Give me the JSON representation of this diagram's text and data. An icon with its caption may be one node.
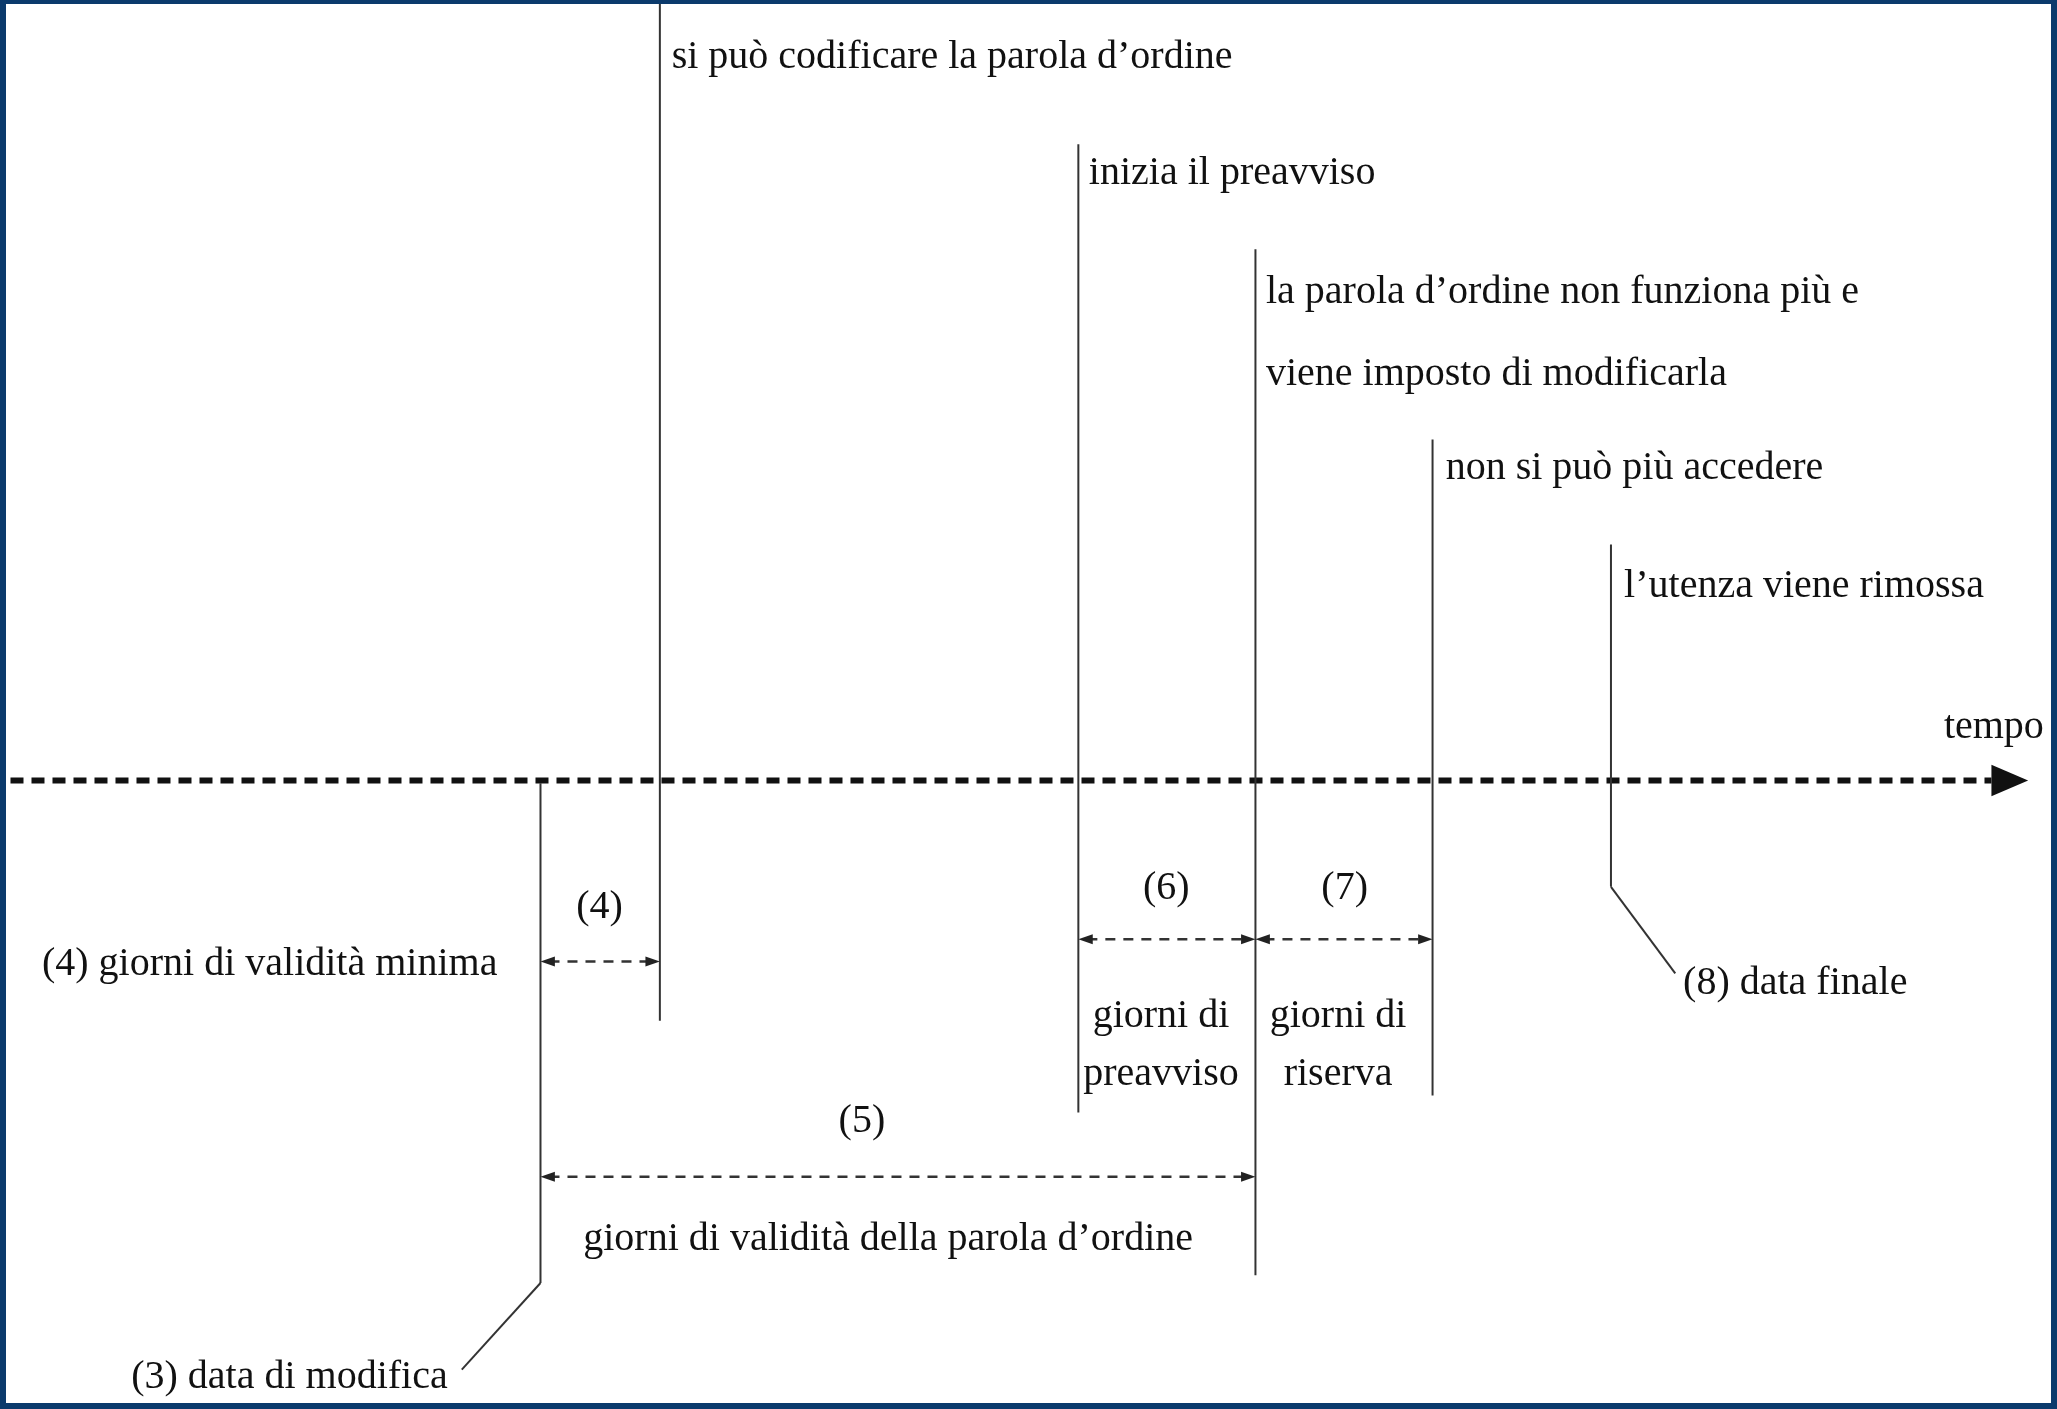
{
  "diagram": {
    "nodes": [
      {
        "text": [
          "(3) data di modifica"
        ]
      },
      {
        "text": [
          "(8) data finale"
        ]
      }
    ],
    "edges": [
      {
        "from": 0,
        "to": null,
        "arrow": "none"
      },
      {
        "from": 1,
        "to": null,
        "arrow": "none"
      }
    ],
    "labels": [
      "si può codificare la parola d’ordine",
      "inizia il preavviso",
      "la parola d’ordine non funziona più e viene imposto di modificarla",
      "non si può più accedere",
      "l’utenza viene rimossa",
      "tempo",
      "(6)",
      "(7)",
      "(4)",
      "(4) giorni di validità minima",
      "giorni di preavviso",
      "giorni di riserva",
      "(5)",
      "giorni di validità della parola d’ordine"
    ]
  }
}
